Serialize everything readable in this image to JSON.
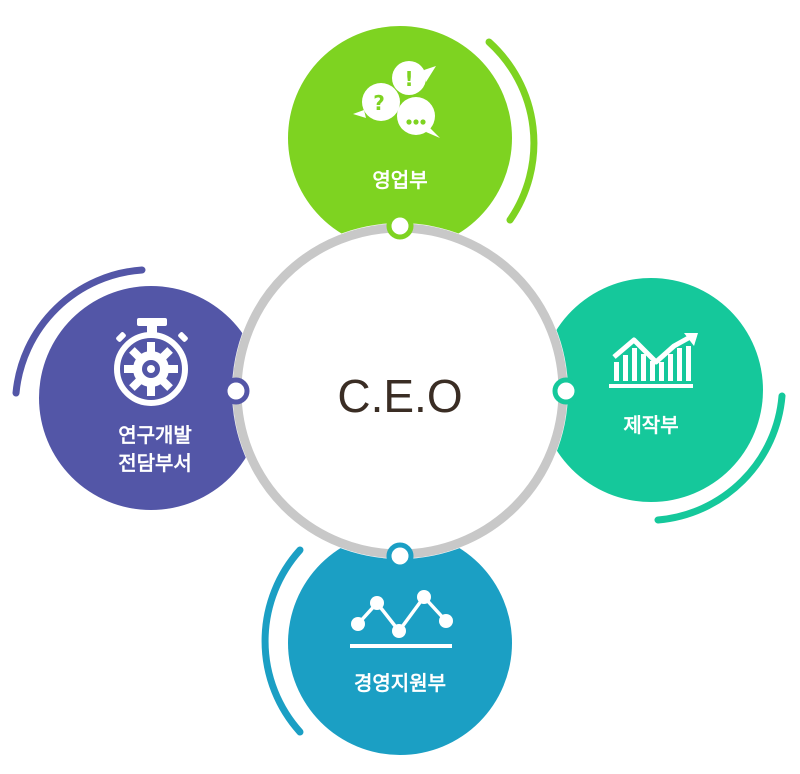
{
  "center": {
    "label": "C.E.O"
  },
  "departments": [
    {
      "key": "sales",
      "label": "영업부",
      "color": "#7ed321",
      "icon": "speech-bubbles-icon"
    },
    {
      "key": "production",
      "label": "제작부",
      "color": "#15c89b",
      "icon": "bar-chart-growth-icon"
    },
    {
      "key": "management",
      "label": "경영지원부",
      "color": "#1b9fc4",
      "icon": "line-graph-icon"
    },
    {
      "key": "rnd",
      "label_line1": "연구개발",
      "label_line2": "전담부서",
      "color": "#5356a7",
      "icon": "gear-stopwatch-icon"
    }
  ],
  "ring_color": "#c8c8c8"
}
